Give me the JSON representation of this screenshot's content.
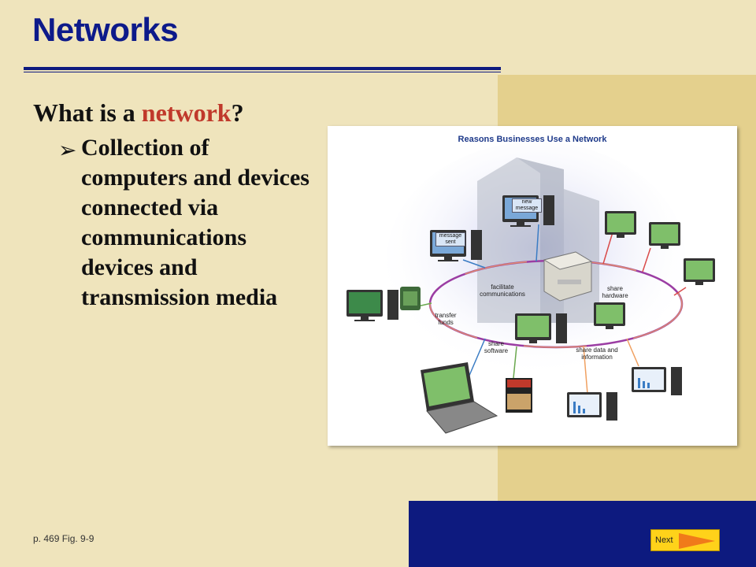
{
  "slide": {
    "title": "Networks",
    "question_prefix": "What is a ",
    "question_highlight": "network",
    "question_suffix": "?",
    "bullet": "Collection of computers and devices connected via communications devices and transmission media",
    "page_ref": "p. 469 Fig. 9-9",
    "next_label": "Next"
  },
  "figure": {
    "title": "Reasons Businesses Use a Network",
    "labels": {
      "new_message": "new message",
      "message_sent": "message sent",
      "facilitate": "facilitate communications",
      "share_hardware": "share hardware",
      "transfer_funds": "transfer funds",
      "share_software": "share software",
      "share_data": "share data and information"
    }
  },
  "colors": {
    "background": "#efe4bc",
    "gold": "#e4d08d",
    "navy": "#0d1a7f",
    "title": "#0d1a8a",
    "highlight": "#c0392b",
    "next_button": "#ffd21a"
  },
  "icons": {
    "bullet": "arrowhead-bullet-icon",
    "next": "play-arrow-icon"
  }
}
